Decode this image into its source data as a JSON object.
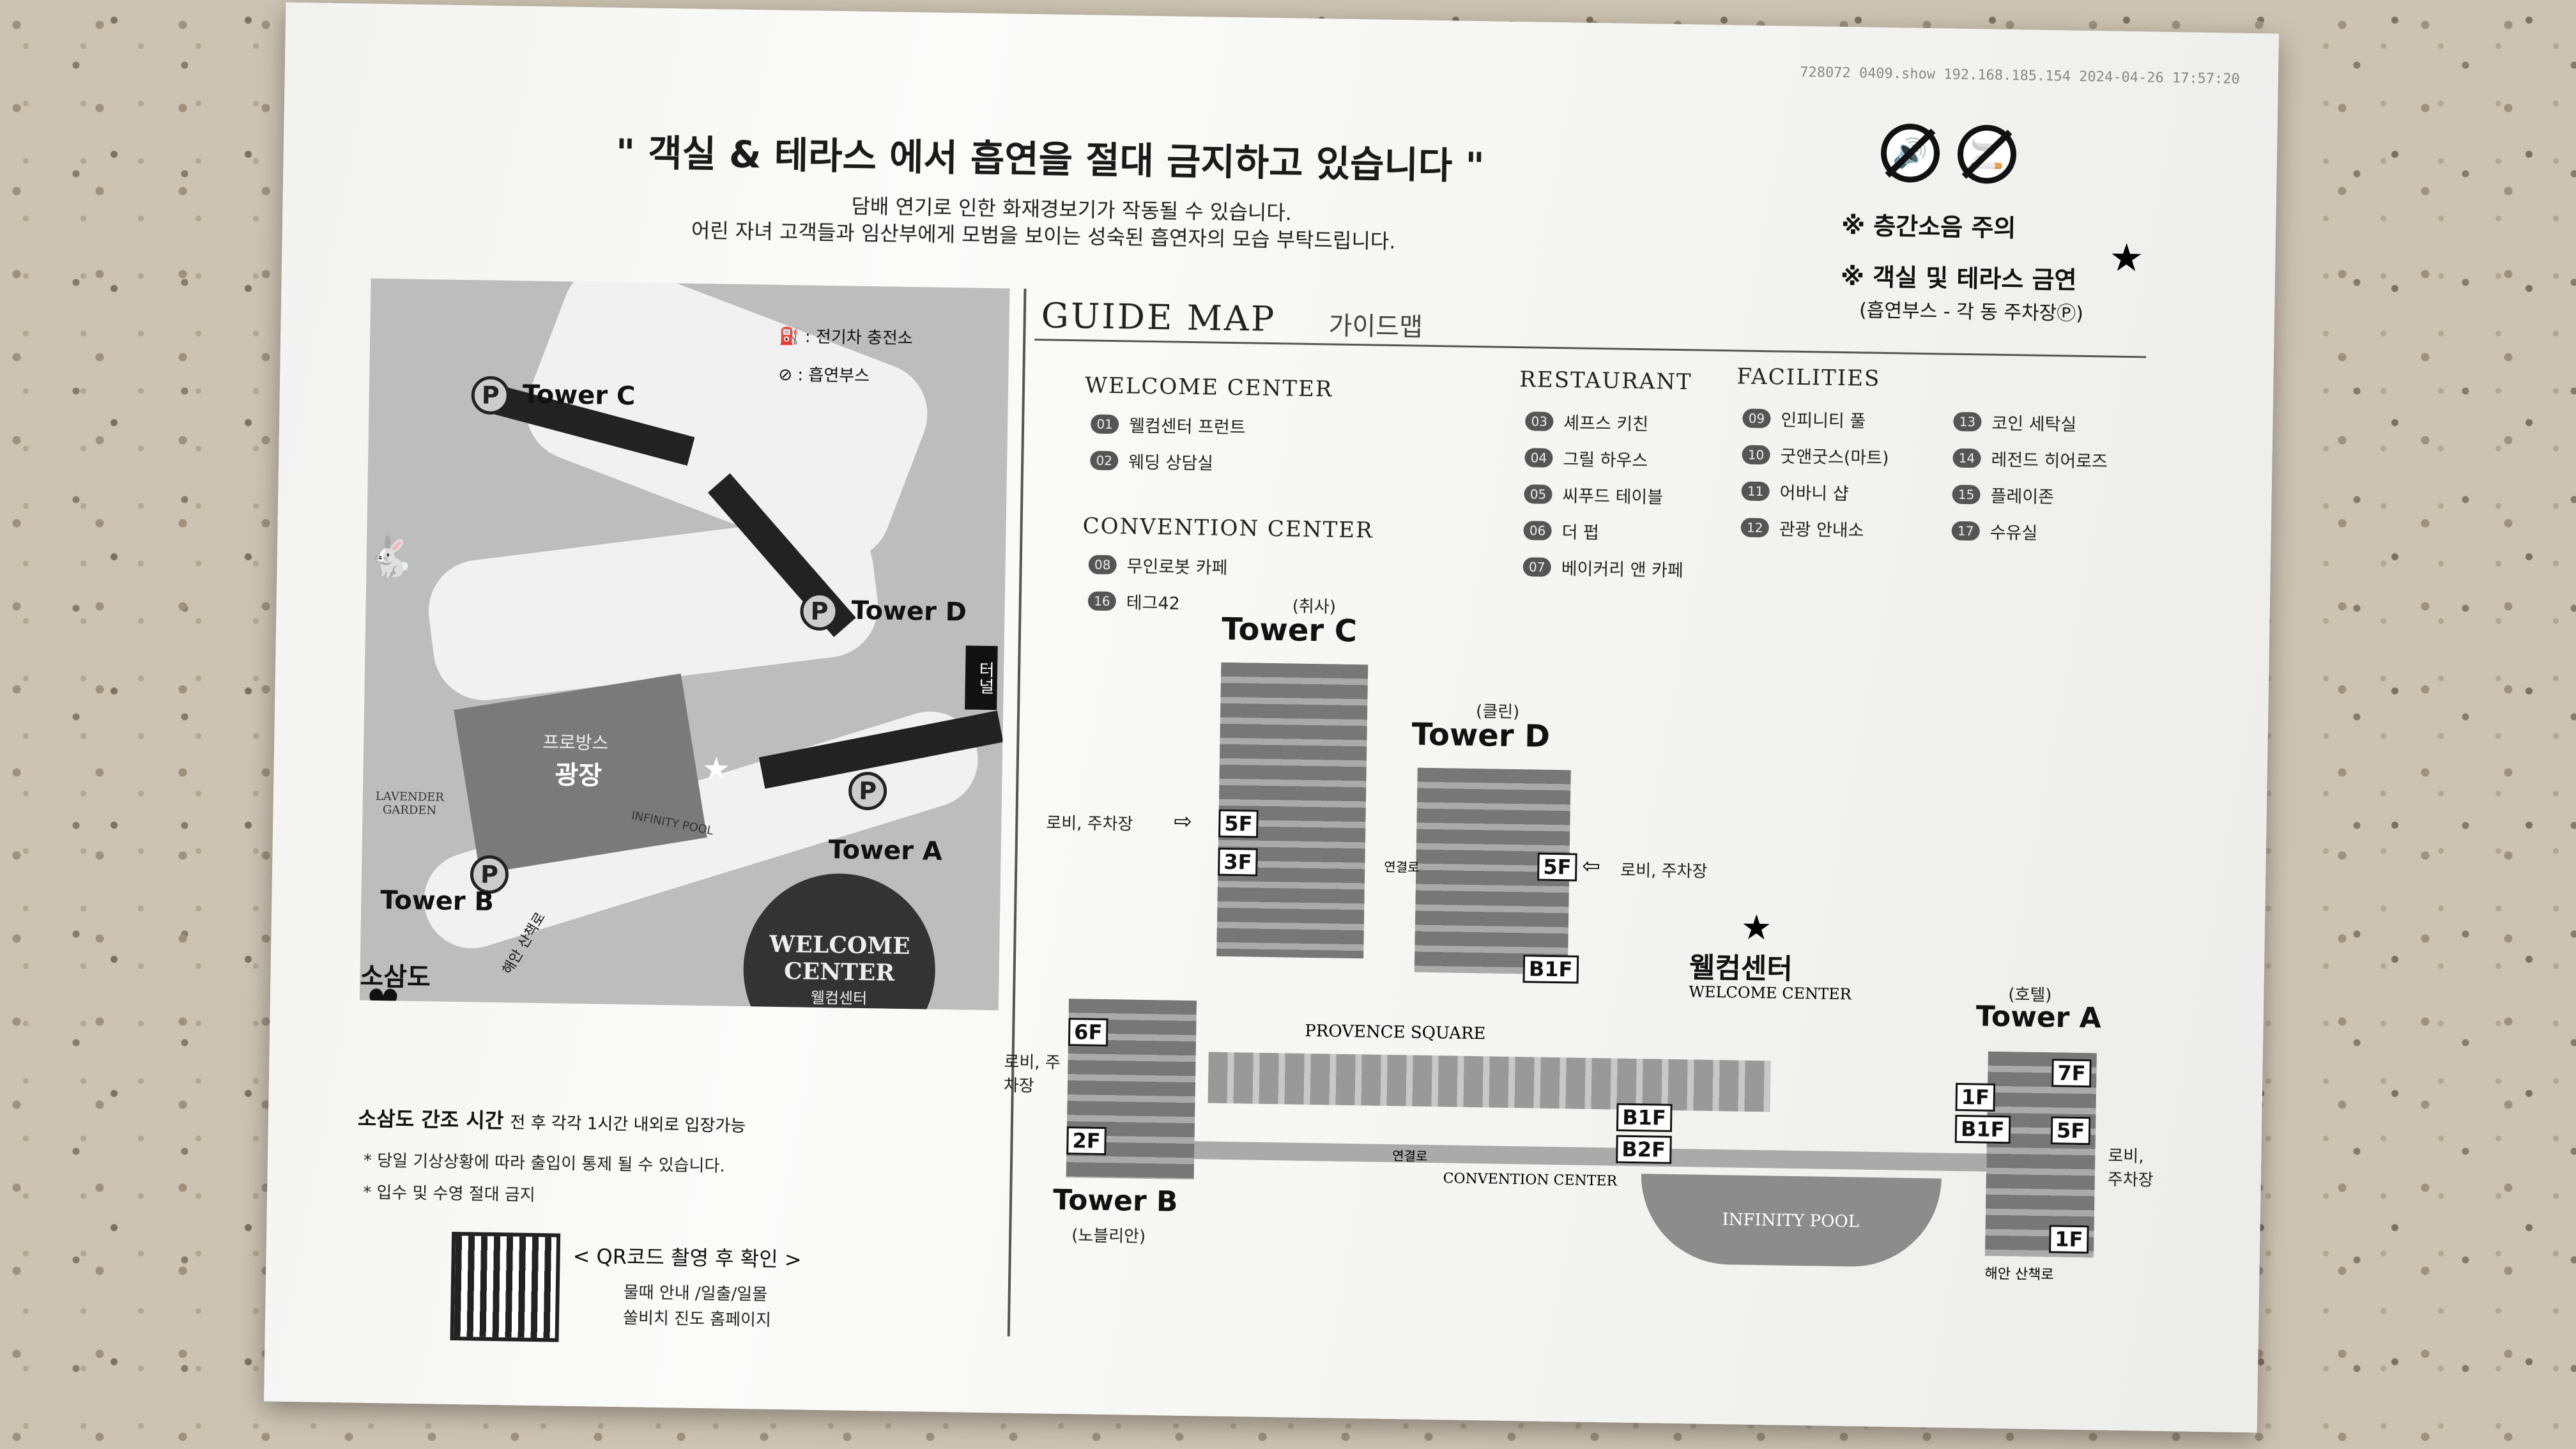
{
  "stamp": "728072 0409.show 192.168.185.154 2024-04-26 17:57:20",
  "header": {
    "headline": "\" 객실 & 테라스 에서 흡연을 절대 금지하고 있습니다 \"",
    "line1": "담배 연기로 인한 화재경보기가 작동될 수 있습니다.",
    "line2": "어린 자녀 고객들과 임산부에게 모범을 보이는 성숙된 흡연자의 모습 부탁드립니다."
  },
  "notices": {
    "noise": "※ 층간소음 주의",
    "nosmoke": "※ 객실 및 테라스 금연",
    "booth": "(흡연부스 - 각 동 주차장Ⓟ)"
  },
  "icons": [
    "no-noise-icon",
    "no-smoking-icon",
    "star-icon",
    "parking-icon",
    "ev-charger-icon",
    "smoking-booth-icon",
    "heart-icon",
    "rabbit-icon"
  ],
  "area_map": {
    "legend_ev": ": 전기차 충전소",
    "legend_smoke": ": 흡연부스",
    "tower_c": "Tower C",
    "tower_d": "Tower D",
    "tower_a": "Tower A",
    "tower_b": "Tower B",
    "tunnel": "터널",
    "plaza_top": "프로방스",
    "plaza": "광장",
    "infinity_pool": "INFINITY POOL",
    "lavender_1": "LAVENDER",
    "lavender_2": "GARDEN",
    "wc_1": "WELCOME",
    "wc_2": "CENTER",
    "wc_kr": "웰컴센터",
    "coast_road": "해안 산책로",
    "sosamdo": "소삼도",
    "parking": "P"
  },
  "bottom_left": {
    "tide_title": "소삼도 간조 시간",
    "tide_text": "전 후 각각 1시간 내외로 입장가능",
    "note1": "* 당일 기상상황에 따라 출입이 통제 될 수 있습니다.",
    "note2": "* 입수 및 수영 절대 금지",
    "qr_title": "< QR코드 촬영 후 확인 >",
    "qr_line1": "물때 안내 /일출/일몰",
    "qr_line2": "쏠비치 진도 홈페이지"
  },
  "guide": {
    "title": "GUIDE MAP",
    "title_kr": "가이드맵",
    "welcome_center": {
      "title": "WELCOME CENTER",
      "items": [
        {
          "no": "01",
          "label": "웰컴센터 프런트"
        },
        {
          "no": "02",
          "label": "웨딩 상담실"
        }
      ]
    },
    "convention_center": {
      "title": "CONVENTION CENTER",
      "items": [
        {
          "no": "08",
          "label": "무인로봇 카페"
        },
        {
          "no": "16",
          "label": "테그42"
        }
      ]
    },
    "restaurant": {
      "title": "RESTAURANT",
      "items": [
        {
          "no": "03",
          "label": "셰프스 키친"
        },
        {
          "no": "04",
          "label": "그릴 하우스"
        },
        {
          "no": "05",
          "label": "씨푸드 테이블"
        },
        {
          "no": "06",
          "label": "더 펍"
        },
        {
          "no": "07",
          "label": "베이커리 앤 카페"
        }
      ]
    },
    "facilities": {
      "title": "FACILITIES",
      "items": [
        {
          "no": "09",
          "label": "인피니티 풀"
        },
        {
          "no": "10",
          "label": "굿앤굿스(마트)"
        },
        {
          "no": "11",
          "label": "어바니 샵"
        },
        {
          "no": "12",
          "label": "관광 안내소"
        },
        {
          "no": "13",
          "label": "코인 세탁실"
        },
        {
          "no": "14",
          "label": "레전드 히어로즈"
        },
        {
          "no": "15",
          "label": "플레이존"
        },
        {
          "no": "17",
          "label": "수유실"
        }
      ]
    }
  },
  "section_diagram": {
    "tower_c_note": "(취사)",
    "tower_c": "Tower C",
    "tower_d_note": "(클린)",
    "tower_d": "Tower D",
    "tower_b": "Tower B",
    "tower_b_note": "(노블리안)",
    "tower_a_note": "(호텔)",
    "tower_a": "Tower A",
    "lobby": "로비, 주차장",
    "link": "연결로",
    "welcome_kr": "웰컴센터",
    "welcome_en": "WELCOME CENTER",
    "provence": "PROVENCE SQUARE",
    "convention": "CONVENTION CENTER",
    "infinity_pool": "INFINITY POOL",
    "coast_road": "해안 산책로",
    "floors": {
      "c_lobby": "5F",
      "c_link": "3F",
      "d_lobby": "5F",
      "d_b1": "B1F",
      "b_lobby": "6F",
      "b_link": "2F",
      "a_lobby": "5F",
      "a_1f": "1F",
      "conv_b1": "B1F",
      "conv_b2": "B2F",
      "wc_1f": "1F",
      "wc_b1": "B1F",
      "a_7f": "7F"
    }
  }
}
